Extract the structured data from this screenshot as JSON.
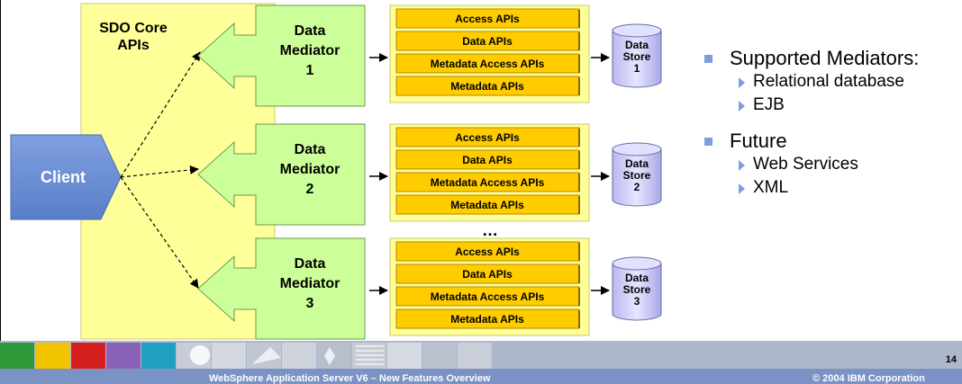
{
  "diagram": {
    "sdo_core": "SDO Core\nAPIs",
    "client": "Client",
    "mediators": [
      {
        "label": "Data\nMediator\n1",
        "apis": [
          "Access APIs",
          "Data APIs",
          "Metadata Access APIs",
          "Metadata  APIs"
        ],
        "store": "Data\nStore\n1"
      },
      {
        "label": "Data\nMediator\n2",
        "apis": [
          "Access APIs",
          "Data APIs",
          "Metadata Access APIs",
          "Metadata  APIs"
        ],
        "store": "Data\nStore\n2"
      },
      {
        "label": "Data\nMediator\n3",
        "apis": [
          "Access APIs",
          "Data APIs",
          "Metadata Access APIs",
          "Metadata  APIs"
        ],
        "store": "Data\nStore\n3"
      }
    ],
    "ellipsis": "…"
  },
  "bullets": [
    {
      "text": "Supported Mediators:",
      "sub": [
        "Relational database",
        "EJB"
      ]
    },
    {
      "text": "Future",
      "sub": [
        "Web Services",
        "XML"
      ]
    }
  ],
  "footer": {
    "title": "WebSphere Application Server V6 – New Features Overview",
    "copyright": "© 2004 IBM Corporation",
    "page": "14"
  },
  "colors": {
    "sdo_yellow": "#ffff99",
    "mediator_green": "#ccff99",
    "api_orange": "#ffcc00",
    "store_lavender": "#ccccff",
    "client_blue": "#6b8ed6",
    "bullet_blue": "#7f9fd8"
  }
}
